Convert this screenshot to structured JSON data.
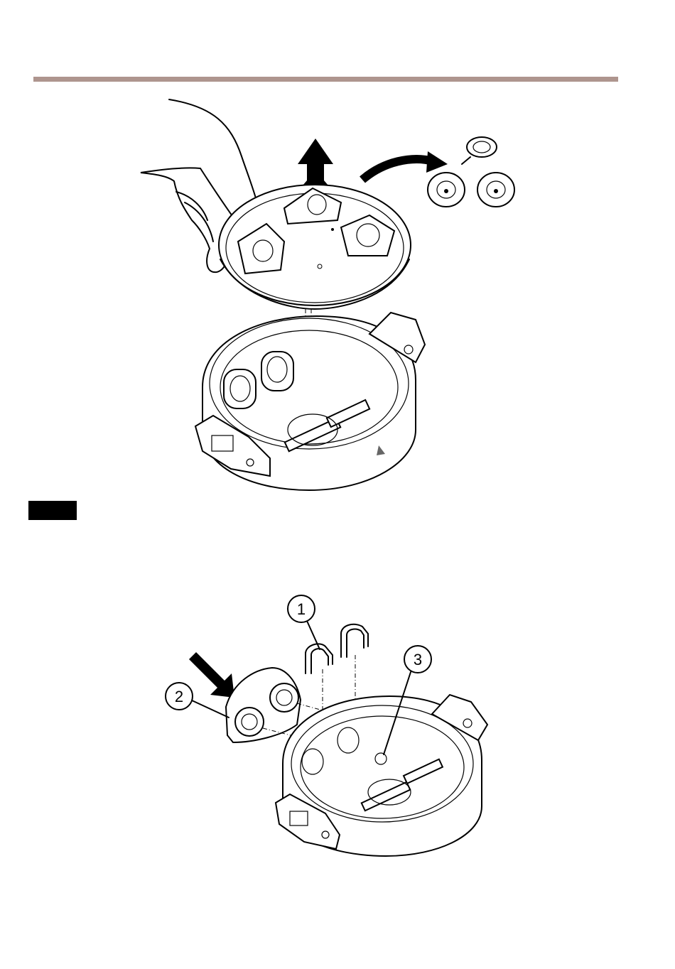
{
  "colors": {
    "header_rule": "#ae958e",
    "line": "#000000",
    "background": "#ffffff",
    "black_box": "#000000"
  },
  "figure2": {
    "callouts": [
      {
        "label": "1"
      },
      {
        "label": "2"
      },
      {
        "label": "3"
      }
    ]
  }
}
